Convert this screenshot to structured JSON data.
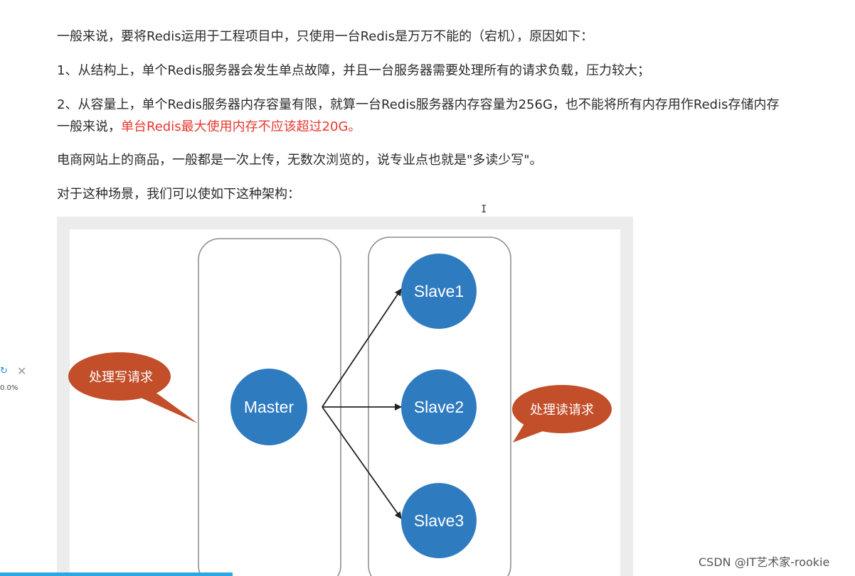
{
  "article": {
    "p1": "一般来说，要将Redis运用于工程项目中，只使用一台Redis是万万不能的（宕机），原因如下：",
    "p2": "1、从结构上，单个Redis服务器会发生单点故障，并且一台服务器需要处理所有的请求负载，压力较大；",
    "p3": "2、从容量上，单个Redis服务器内存容量有限，就算一台Redis服务器内存容量为256G，也不能将所有内存用作Redis存储内存",
    "p4_prefix": "一般来说，",
    "p4_highlight": "单台Redis最大使用内存不应该超过20G。",
    "p5": "电商网站上的商品，一般都是一次上传，无数次浏览的，说专业点也就是\"多读少写\"。",
    "p6": "对于这种场景，我们可以使如下这种架构："
  },
  "diagram": {
    "master_label": "Master",
    "slaves": [
      "Slave1",
      "Slave2",
      "Slave3"
    ],
    "write_bubble": "处理写请求",
    "read_bubble": "处理读请求",
    "colors": {
      "node": "#2f7bc0",
      "bubble": "#c24e2a",
      "container_stroke": "#8a8a8a",
      "arrow": "#222222"
    }
  },
  "side_widget": {
    "icon": "refresh-icon",
    "percent": "0.0%"
  },
  "progress": {
    "fraction": 0.27
  },
  "watermark": "CSDN @IT艺术家-rookie",
  "colors": {
    "text": "#2b2b2b",
    "highlight": "#e7372f",
    "progress": "#2aa7e6"
  }
}
